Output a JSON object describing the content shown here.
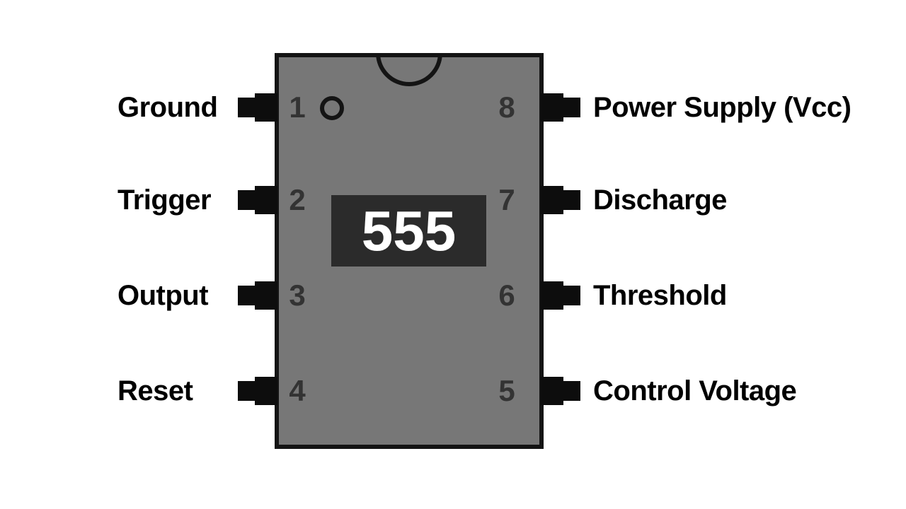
{
  "chip": {
    "label": "555"
  },
  "pins": {
    "left": [
      {
        "number": "1",
        "name": "Ground"
      },
      {
        "number": "2",
        "name": "Trigger"
      },
      {
        "number": "3",
        "name": "Output"
      },
      {
        "number": "4",
        "name": "Reset"
      }
    ],
    "right": [
      {
        "number": "8",
        "name": "Power Supply (Vcc)"
      },
      {
        "number": "7",
        "name": "Discharge"
      },
      {
        "number": "6",
        "name": "Threshold"
      },
      {
        "number": "5",
        "name": "Control Voltage"
      }
    ]
  },
  "icons": {
    "orientation_notch": "semicircle-notch",
    "pin1_indicator": "small-circle"
  },
  "colors": {
    "background": "#ffffff",
    "chip_body": "#777777",
    "chip_border": "#141414",
    "pin_fill": "#0d0d0d",
    "pin_number": "#333333",
    "label_text": "#000000",
    "chip_label_bg": "#2b2b2b",
    "chip_label_text": "#ffffff"
  }
}
